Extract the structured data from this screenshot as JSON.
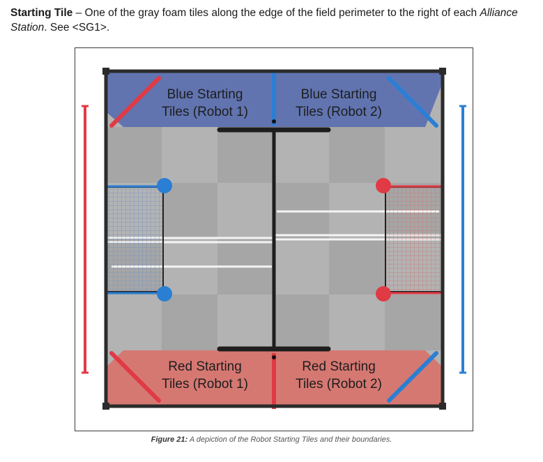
{
  "definition": {
    "term": "Starting Tile",
    "dash": " – ",
    "text_before": "One of the gray foam tiles along the edge of the field perimeter to the right of each ",
    "italic_term": "Alliance Station",
    "text_after": ".  See <SG1>."
  },
  "figure": {
    "labels": {
      "blue_1_line1": "Blue Starting",
      "blue_1_line2": "Tiles (Robot 1)",
      "blue_2_line1": "Blue Starting",
      "blue_2_line2": "Tiles (Robot 2)",
      "red_1_line1": "Red Starting",
      "red_1_line2": "Tiles (Robot 1)",
      "red_2_line1": "Red Starting",
      "red_2_line2": "Tiles (Robot 2)"
    },
    "colors": {
      "blue_zone": "#5a6fb0",
      "red_zone": "#d9736c",
      "blue_accent": "#2a7fd4",
      "red_accent": "#e03a45",
      "floor_light": "#b3b3b3",
      "floor_dark": "#9a9a9a"
    }
  },
  "caption": {
    "label": "Figure 21:",
    "text": " A depiction of the Robot Starting Tiles and their boundaries."
  }
}
